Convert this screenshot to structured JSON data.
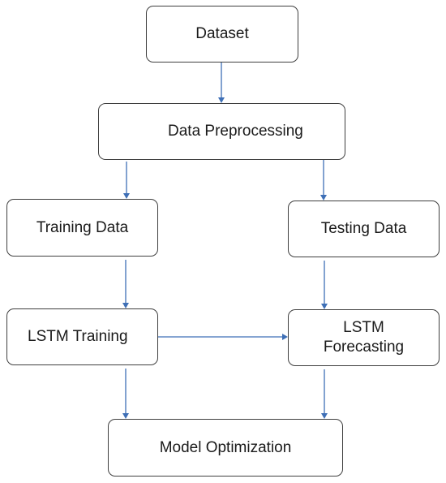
{
  "colors": {
    "arrow": "#3e6fb6",
    "box_border": "#3f3f3f",
    "text": "#1a1a1a"
  },
  "nodes": {
    "dataset": "Dataset",
    "preprocessing": "Data Preprocessing",
    "training_data": "Training Data",
    "testing_data": "Testing Data",
    "lstm_training": "LSTM Training",
    "lstm_forecasting_line1": "LSTM",
    "lstm_forecasting_line2": "Forecasting",
    "model_optimization": "Model Optimization"
  }
}
